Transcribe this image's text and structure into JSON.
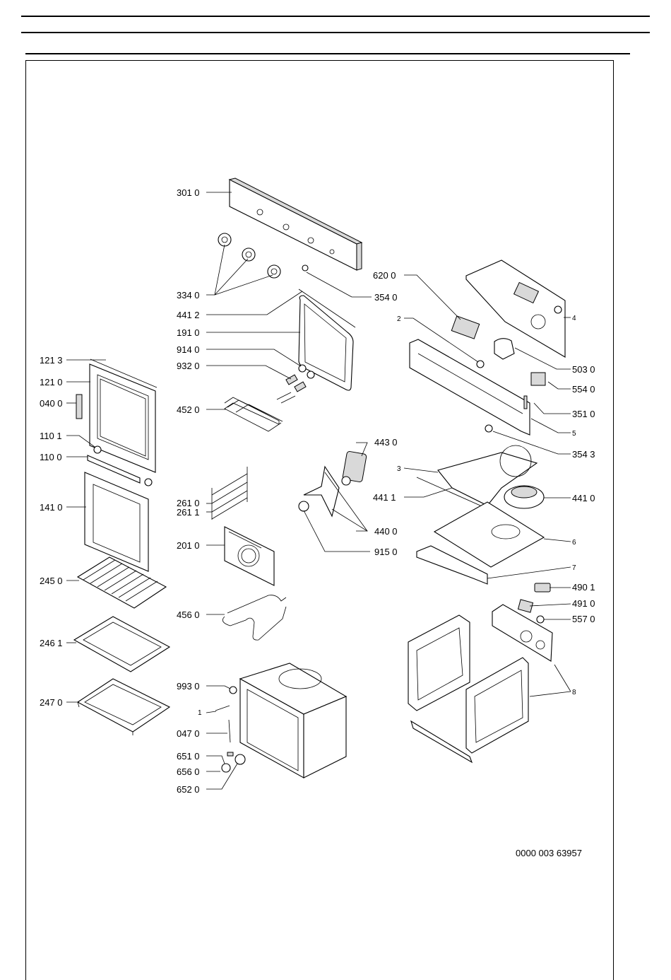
{
  "drawing_number": "0000 003 63957",
  "labels": {
    "l3010": "301 0",
    "l3340": "334 0",
    "l3540": "354 0",
    "l4412": "441 2",
    "l1910": "191 0",
    "l9140": "914 0",
    "l9320": "932 0",
    "l4520": "452 0",
    "l1213": "121 3",
    "l1210": "121 0",
    "l0400": "040 0",
    "l1101": "110 1",
    "l1100": "110 0",
    "l1410": "141 0",
    "l2450": "245 0",
    "l2461": "246 1",
    "l2470": "247 0",
    "l2610": "261 0",
    "l2611": "261 1",
    "l2010": "201 0",
    "l4560": "456 0",
    "l9930": "993 0",
    "l1": "1",
    "l0470": "047 0",
    "l6510": "651 0",
    "l6560": "656 0",
    "l6520": "652 0",
    "l6200": "620 0",
    "l2": "2",
    "l4": "4",
    "l5030": "503 0",
    "l5540": "554 0",
    "l3510": "351 0",
    "l5": "5",
    "l3543": "354 3",
    "l4430": "443 0",
    "l3": "3",
    "l4411": "441 1",
    "l4410": "441 0",
    "l4400": "440 0",
    "l9150": "915 0",
    "l6": "6",
    "l7": "7",
    "l4901": "490 1",
    "l4910": "491 0",
    "l5570": "557 0",
    "l8": "8"
  }
}
